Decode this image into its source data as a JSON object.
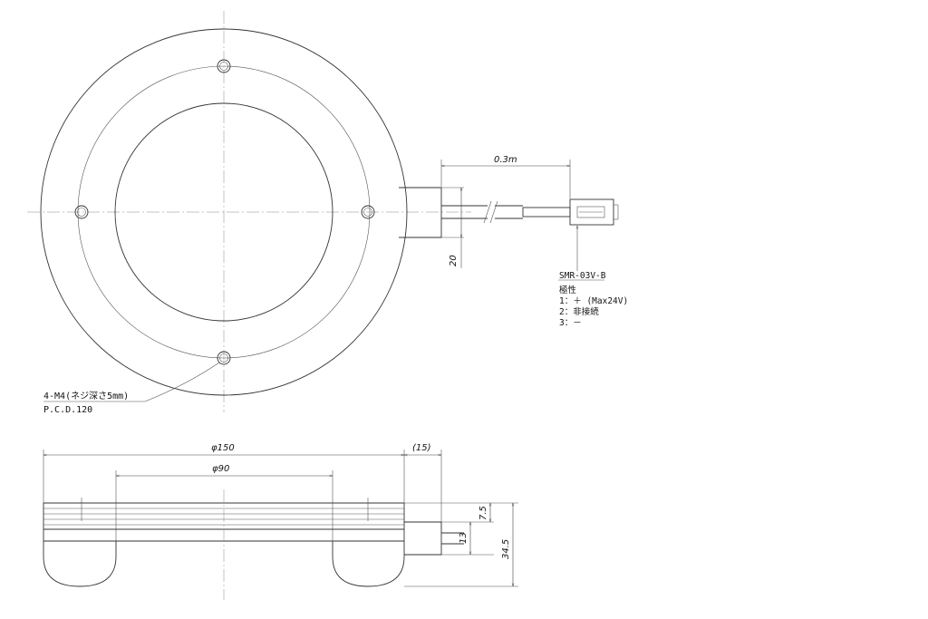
{
  "top_view": {
    "cable_length": "0.3m",
    "housing_width": "20",
    "connector_label": "SMR-03V-B",
    "polarity_title": "極性",
    "pins": [
      "1：＋ (Max24V)",
      "2：非接続",
      "3：－"
    ],
    "mount_holes": "4-M4(ネジ深さ5mm)",
    "pcd": "P.C.D.120"
  },
  "side_view": {
    "outer_diameter": "φ150",
    "inner_diameter": "φ90",
    "housing_offset": "(15)",
    "dim_7_5": "7.5",
    "dim_13": "13",
    "dim_34_5": "34.5"
  }
}
